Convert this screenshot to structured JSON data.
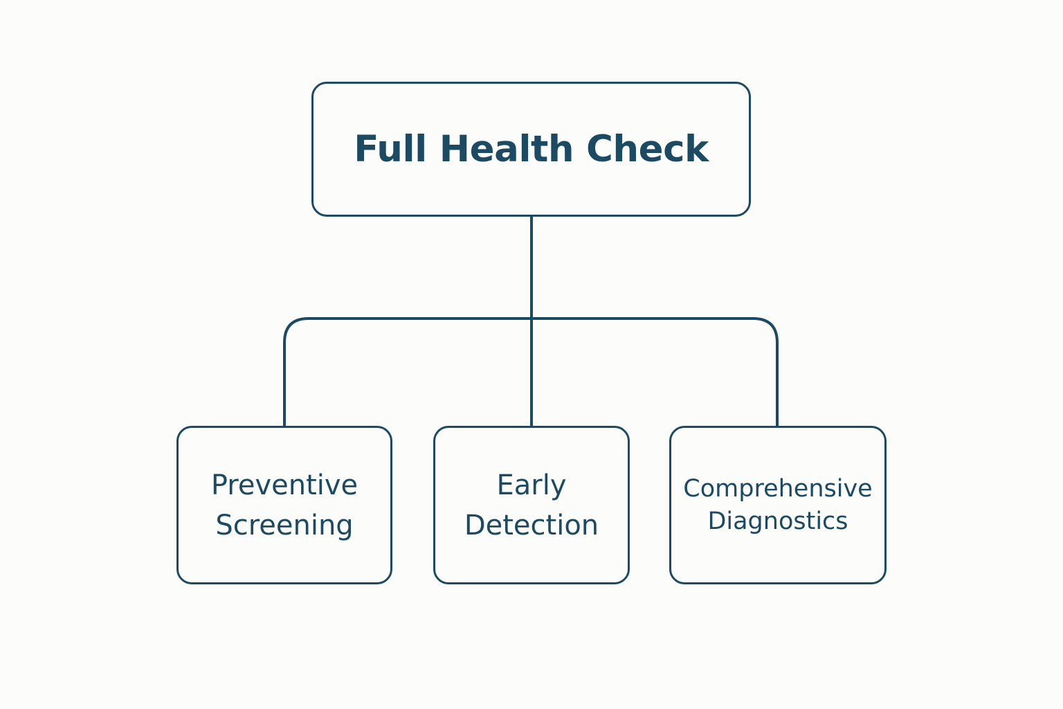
{
  "diagram": {
    "root": {
      "label": "Full Health Check"
    },
    "children": [
      {
        "line1": "Preventive",
        "line2": "Screening"
      },
      {
        "line1": "Early",
        "line2": "Detection"
      },
      {
        "line1": "Comprehensive",
        "line2": "Diagnostics"
      }
    ],
    "colors": {
      "stroke": "#1d4a63",
      "text": "#1d4a63",
      "background": "#fcfcfa"
    }
  }
}
